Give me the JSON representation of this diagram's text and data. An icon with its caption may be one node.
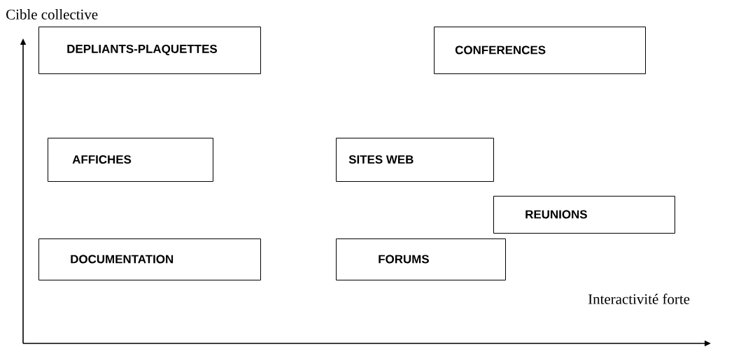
{
  "diagram": {
    "nodes": [
      {
        "text": [
          "DEPLIANTS-PLAQUETTES"
        ]
      },
      {
        "text": [
          "CONFERENCES"
        ]
      },
      {
        "text": [
          "AFFICHES"
        ]
      },
      {
        "text": [
          "SITES WEB"
        ]
      },
      {
        "text": [
          "REUNIONS"
        ]
      },
      {
        "text": [
          "DOCUMENTATION"
        ]
      },
      {
        "text": [
          "FORUMS"
        ]
      }
    ],
    "labels": [
      "Cible collective",
      "Interactivité forte"
    ]
  }
}
